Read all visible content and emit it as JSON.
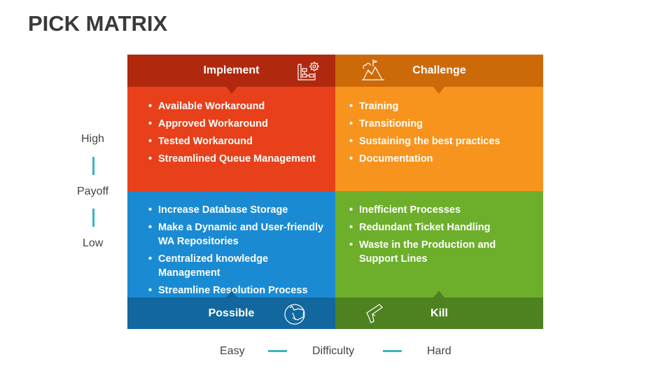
{
  "title": "PICK MATRIX",
  "quadrants": {
    "implement": {
      "label": "Implement",
      "color": "#E8401A",
      "header_color": "#B0290F",
      "items": [
        "Available Workaround",
        "Approved Workaround",
        "Tested Workaround",
        "Streamlined Queue Management"
      ]
    },
    "challenge": {
      "label": "Challenge",
      "color": "#F7941D",
      "header_color": "#CC6A0A",
      "items": [
        "Training",
        "Transitioning",
        "Sustaining the best practices",
        "Documentation"
      ]
    },
    "possible": {
      "label": "Possible",
      "color": "#1A8BD3",
      "header_color": "#12679E",
      "items": [
        "Increase Database Storage",
        "Make a Dynamic and User-friendly WA Repositories",
        "Centralized knowledge Management",
        "Streamline Resolution Process"
      ]
    },
    "kill": {
      "label": "Kill",
      "color": "#6DAF2B",
      "header_color": "#4E8220",
      "items": [
        "Inefficient Processes",
        "Redundant Ticket Handling",
        "Waste in the Production and Support Lines"
      ]
    }
  },
  "y_axis": {
    "high": "High",
    "label": "Payoff",
    "low": "Low"
  },
  "x_axis": {
    "easy": "Easy",
    "label": "Difficulty",
    "hard": "Hard"
  },
  "accent": "#3BB3C3"
}
